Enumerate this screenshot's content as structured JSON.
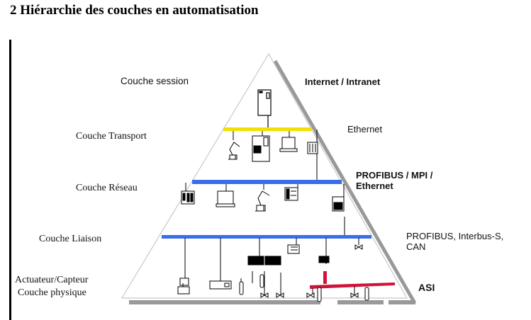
{
  "title": "2 Hiérarchie des couches en automatisation",
  "layers": [
    {
      "label": "Couche session",
      "network": "Internet / Intranet",
      "network_bold": true,
      "bus_color": ""
    },
    {
      "label": "Couche Transport",
      "network": "Ethernet",
      "network_bold": false,
      "bus_color": "#f2e000"
    },
    {
      "label": "Couche Réseau",
      "network": "PROFIBUS / MPI / Ethernet",
      "network_bold": true,
      "bus_color": "#3a6ee8"
    },
    {
      "label": "Couche Liaison",
      "network": "PROFIBUS, Interbus-S, CAN",
      "network_bold": false,
      "bus_color": "#3a6ee8"
    },
    {
      "label": "Actuateur/Capteur",
      "label2": "Couche physique",
      "network": "ASI",
      "network_bold": true,
      "bus_color": "#d0143c"
    }
  ],
  "network_lines": {
    "l1": "PROFIBUS / MPI /",
    "l2": "Ethernet",
    "l3a": "PROFIBUS, Interbus-S,",
    "l3b": "CAN"
  },
  "colors": {
    "shadow": "#999999",
    "outline": "#c8c8c8",
    "ethernet_bus": "#f2e000",
    "profibus_bus": "#3a6ee8",
    "asi_bus": "#d0143c"
  },
  "devices": [
    "server-icon",
    "robot-arm-icon",
    "machine-tool-icon",
    "computer-icon",
    "plc-rack-icon",
    "valve-icon",
    "display-panel-icon",
    "sensor-icon",
    "motor-icon",
    "io-module-icon"
  ]
}
